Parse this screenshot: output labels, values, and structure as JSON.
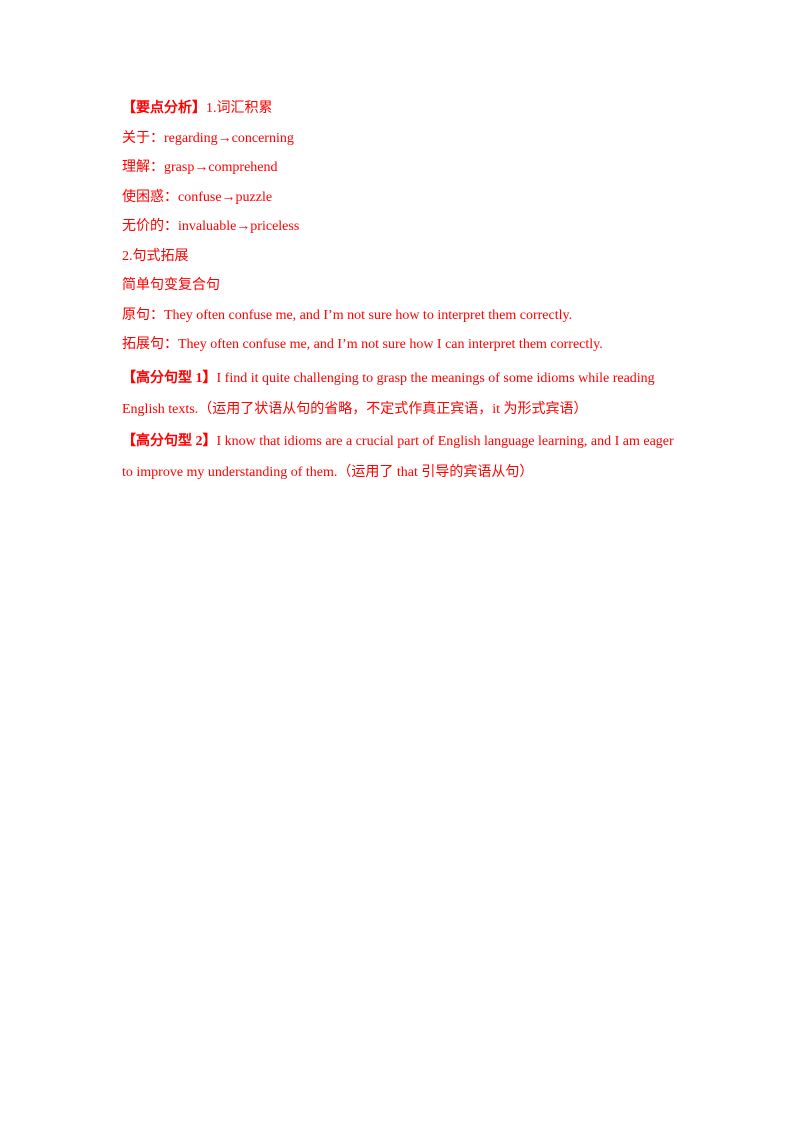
{
  "document": {
    "heading": {
      "bracket_label": "【要点分析】",
      "text": "1.词汇积累"
    },
    "vocabulary": [
      {
        "label": "关于：",
        "value": "regarding→concerning"
      },
      {
        "label": "理解：",
        "value": "grasp→comprehend"
      },
      {
        "label": "使困惑：",
        "value": "confuse→puzzle"
      },
      {
        "label": "无价的：",
        "value": "invaluable→priceless"
      }
    ],
    "section2_title": "2.句式拓展",
    "section2_subtitle": "简单句变复合句",
    "original_sentence": {
      "label": "原句：",
      "text": "They often confuse me, and I’m not sure how to interpret them correctly."
    },
    "expanded_sentence": {
      "label": "拓展句：",
      "text": "They often confuse me, and I’m not sure how I can interpret them correctly."
    },
    "advanced_1": {
      "label": "【高分句型 1】",
      "text": "I find it quite challenging to grasp the meanings of some idioms while reading English texts.（运用了状语从句的省略，不定式作真正宾语，it 为形式宾语）"
    },
    "advanced_2": {
      "label": "【高分句型 2】",
      "text": "I know that idioms are a crucial part of English language learning, and I am eager to improve my understanding of them.（运用了 that 引导的宾语从句）"
    }
  }
}
